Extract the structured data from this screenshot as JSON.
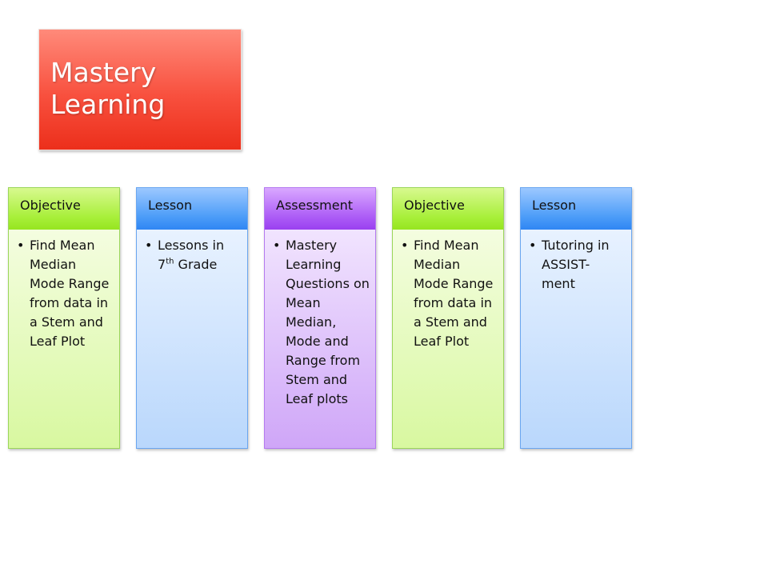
{
  "title": "Mastery\nLearning",
  "cards": [
    {
      "header": "Objective",
      "color": "#a8ef3a",
      "text": "Find Mean Median Mode Range from data in a Stem and Leaf Plot"
    },
    {
      "header": "Lesson",
      "color": "#4b9cf8",
      "text_before": "Lessons in 7",
      "superscript": "th",
      "text_after": " Grade"
    },
    {
      "header": "Assessment",
      "color": "#ac5cf6",
      "text": "Mastery Learning Questions on Mean Median, Mode and Range from Stem and Leaf plots"
    },
    {
      "header": "Objective",
      "color": "#a8ef3a",
      "text": "Find Mean Median Mode Range from data in a Stem and Leaf Plot"
    },
    {
      "header": "Lesson",
      "color": "#4b9cf8",
      "text": "Tutoring in ASSIST-ment",
      "trailing": "."
    }
  ],
  "bullet": "•"
}
